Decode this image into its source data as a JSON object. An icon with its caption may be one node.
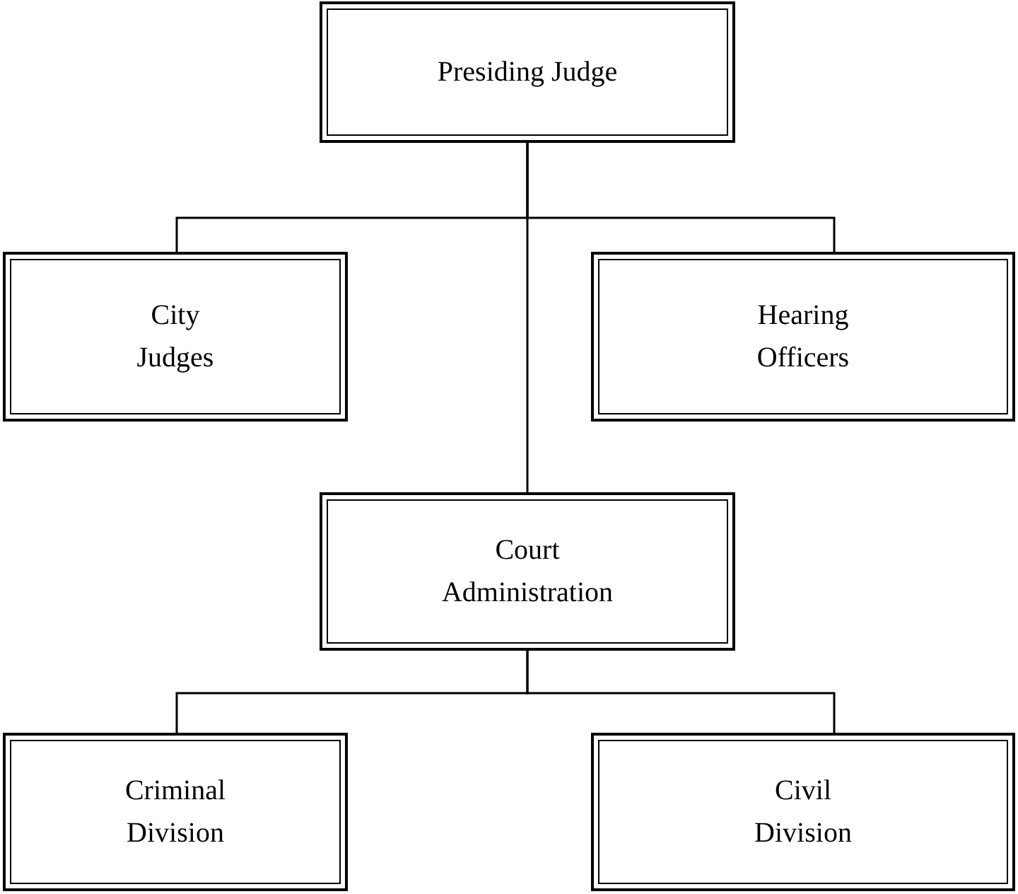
{
  "diagram": {
    "nodes": [
      {
        "text": [
          "Presiding Judge"
        ]
      },
      {
        "text": [
          "City Judges"
        ]
      },
      {
        "text": [
          "Hearing Officers"
        ]
      },
      {
        "text": [
          "Court Administration"
        ]
      },
      {
        "text": [
          "Criminal Division"
        ]
      },
      {
        "text": [
          "Civil Division"
        ]
      }
    ],
    "edges": [
      {
        "from": 0,
        "to": 1,
        "arrow": "none"
      },
      {
        "from": 0,
        "to": 2,
        "arrow": "none"
      },
      {
        "from": 0,
        "to": 3,
        "arrow": "none"
      },
      {
        "from": 3,
        "to": 4,
        "arrow": "none"
      },
      {
        "from": 3,
        "to": 5,
        "arrow": "none"
      }
    ]
  }
}
